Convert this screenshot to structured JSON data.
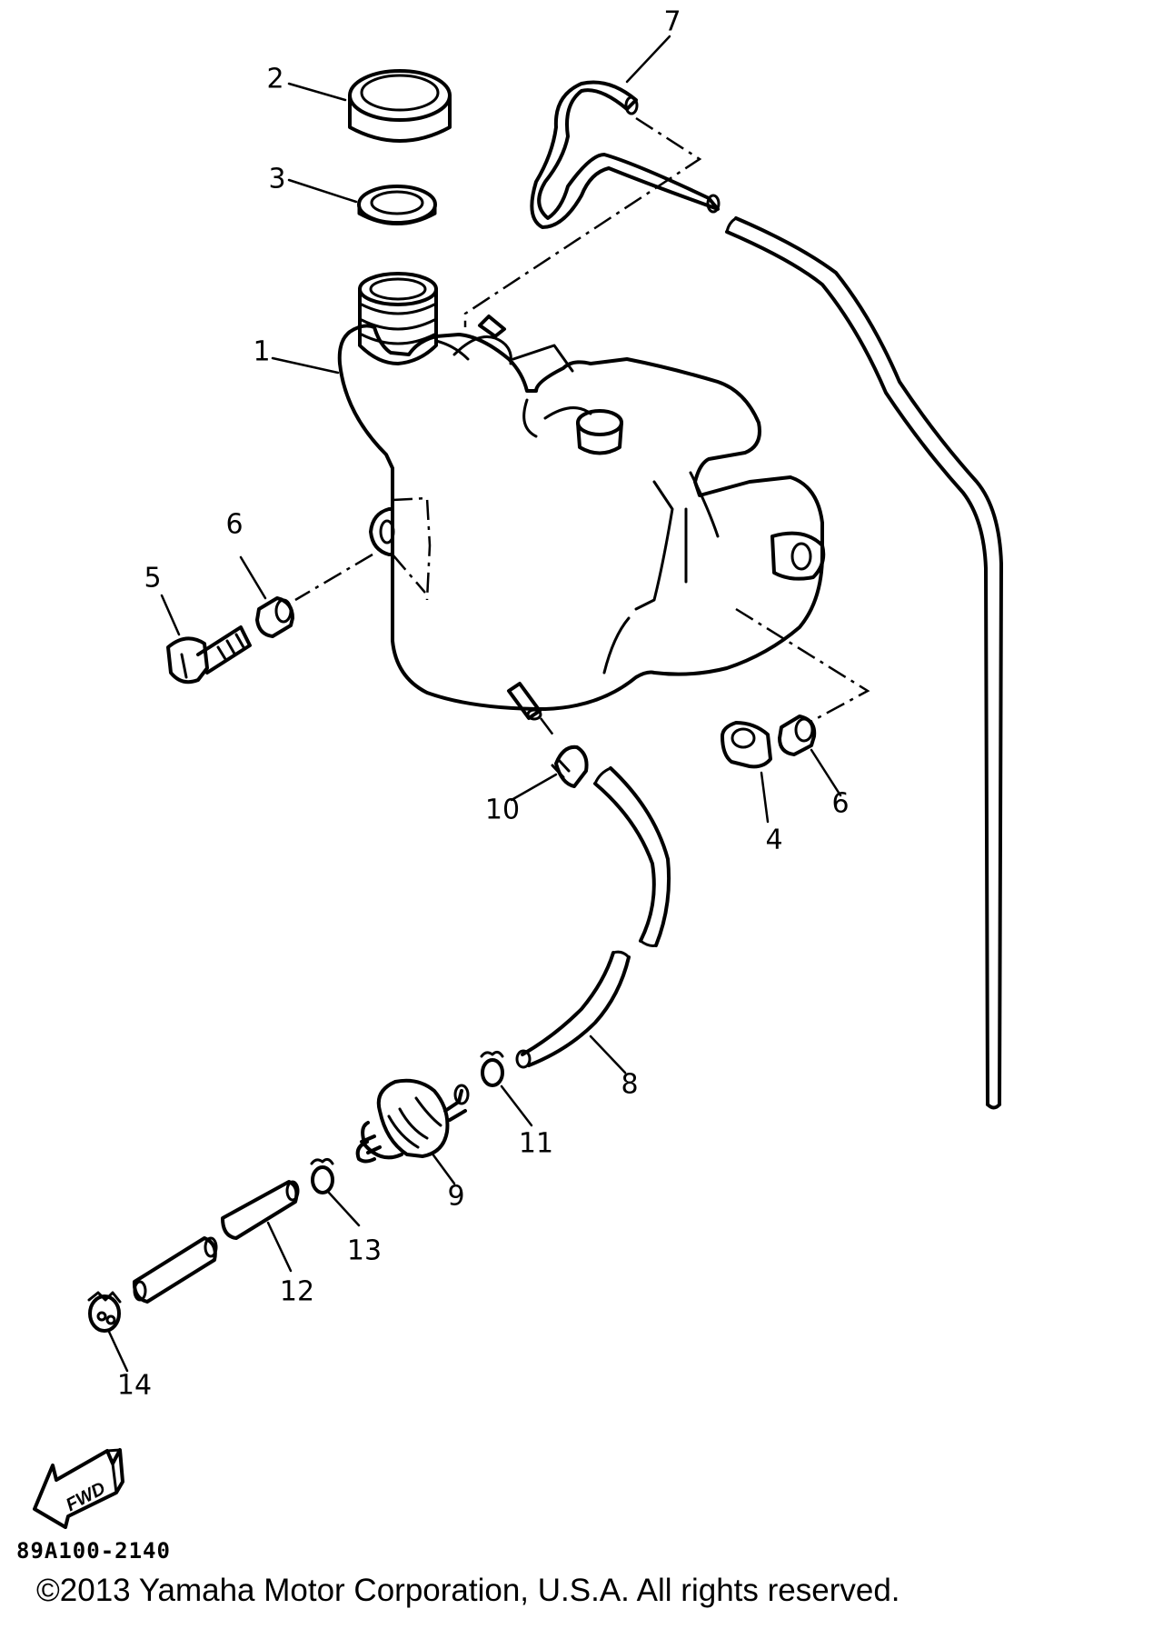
{
  "callouts": [
    {
      "id": "part-1",
      "label": "1",
      "part": "oil tank"
    },
    {
      "id": "part-2",
      "label": "2",
      "part": "tank cap"
    },
    {
      "id": "part-3",
      "label": "3",
      "part": "cap gasket"
    },
    {
      "id": "part-4",
      "label": "4",
      "part": "grommet"
    },
    {
      "id": "part-5",
      "label": "5",
      "part": "bolt"
    },
    {
      "id": "part-6a",
      "label": "6",
      "part": "collar"
    },
    {
      "id": "part-6b",
      "label": "6",
      "part": "collar"
    },
    {
      "id": "part-7",
      "label": "7",
      "part": "breather hose"
    },
    {
      "id": "part-8",
      "label": "8",
      "part": "oil delivery hose"
    },
    {
      "id": "part-9",
      "label": "9",
      "part": "oil filter"
    },
    {
      "id": "part-10",
      "label": "10",
      "part": "hose clamp"
    },
    {
      "id": "part-11",
      "label": "11",
      "part": "hose clip"
    },
    {
      "id": "part-12",
      "label": "12",
      "part": "hose"
    },
    {
      "id": "part-13",
      "label": "13",
      "part": "hose clip"
    },
    {
      "id": "part-14",
      "label": "14",
      "part": "hose clamp"
    }
  ],
  "direction_badge": "FWD",
  "drawing_number": "89A100-2140",
  "copyright": "©2013 Yamaha Motor Corporation, U.S.A. All rights reserved."
}
